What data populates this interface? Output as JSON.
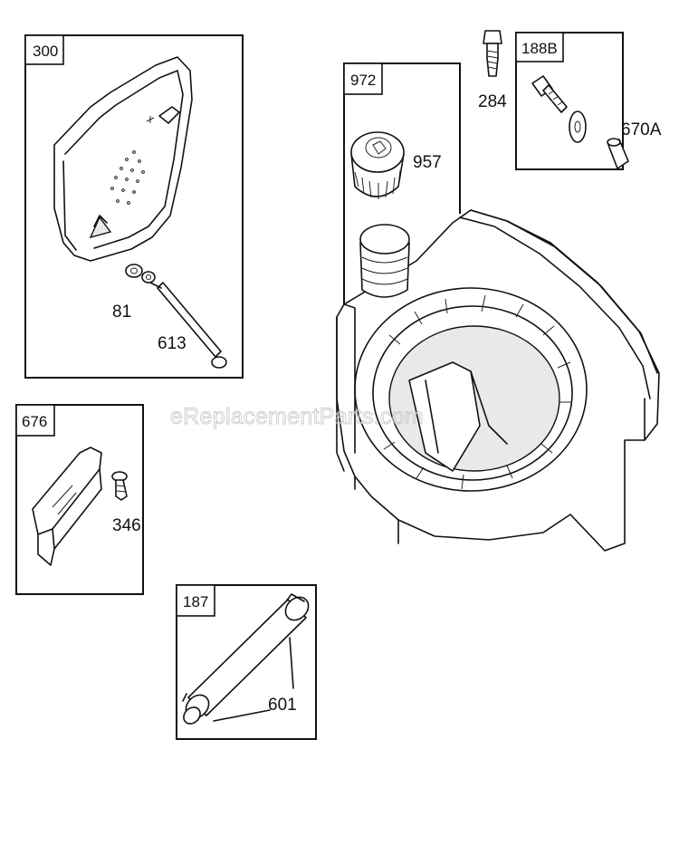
{
  "watermark": "eReplacementParts.com",
  "groups": [
    {
      "id": "300",
      "label": "300",
      "callouts": [
        "81",
        "613"
      ]
    },
    {
      "id": "972",
      "label": "972",
      "callouts": [
        "957"
      ]
    },
    {
      "id": "188B",
      "label": "188B",
      "callouts": []
    },
    {
      "id": "676",
      "label": "676",
      "callouts": [
        "346"
      ]
    },
    {
      "id": "187",
      "label": "187",
      "callouts": [
        "601"
      ]
    }
  ],
  "loose_callouts": [
    "284",
    "670A"
  ],
  "colors": {
    "line": "#111111",
    "watermark": "#c9c9c9",
    "background": "#ffffff"
  }
}
